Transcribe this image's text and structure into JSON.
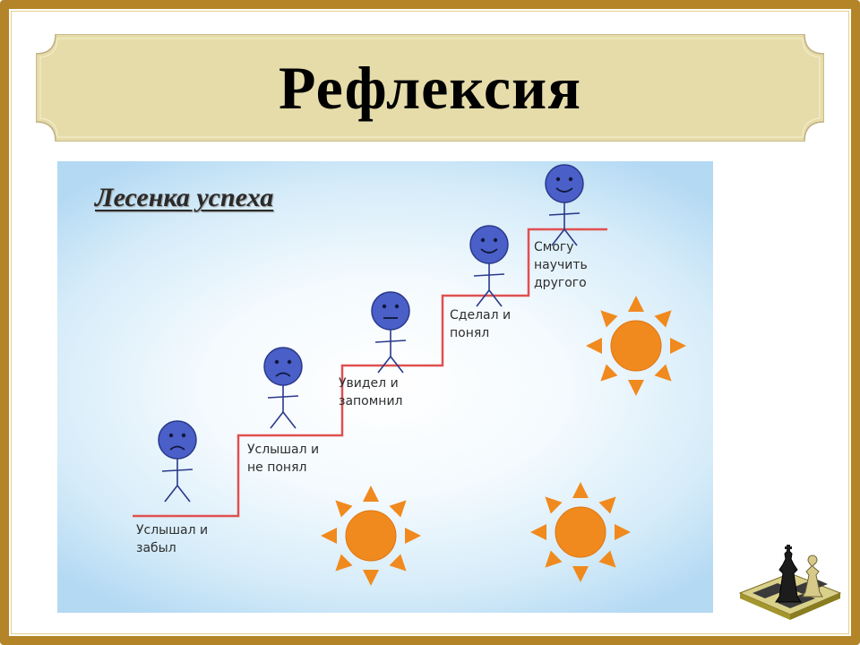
{
  "slide": {
    "title": "Рефлексия",
    "colors": {
      "frame": "#b48428",
      "plaque": "#e6dcaa",
      "ink": "#000000"
    }
  },
  "diagram": {
    "title": "Лесенка успеха",
    "colors": {
      "stair": "#e05050",
      "figure": "#4a5fc8",
      "figure_edge": "#2a3a8a",
      "sun": "#f08a1e"
    },
    "steps": [
      {
        "label": "Услышал и\nзабыл",
        "mood": "sad"
      },
      {
        "label": "Услышал и\nне понял",
        "mood": "sad"
      },
      {
        "label": "Увидел и\nзапомнил",
        "mood": "neutral"
      },
      {
        "label": "Сделал и\nпонял",
        "mood": "happy"
      },
      {
        "label": "Смогу\nнаучить\nдругого",
        "mood": "happy"
      }
    ]
  },
  "decorations": {
    "sun_icon": "sun-icon",
    "sun_count": 3,
    "corner_icon": "chess-pieces-icon"
  }
}
